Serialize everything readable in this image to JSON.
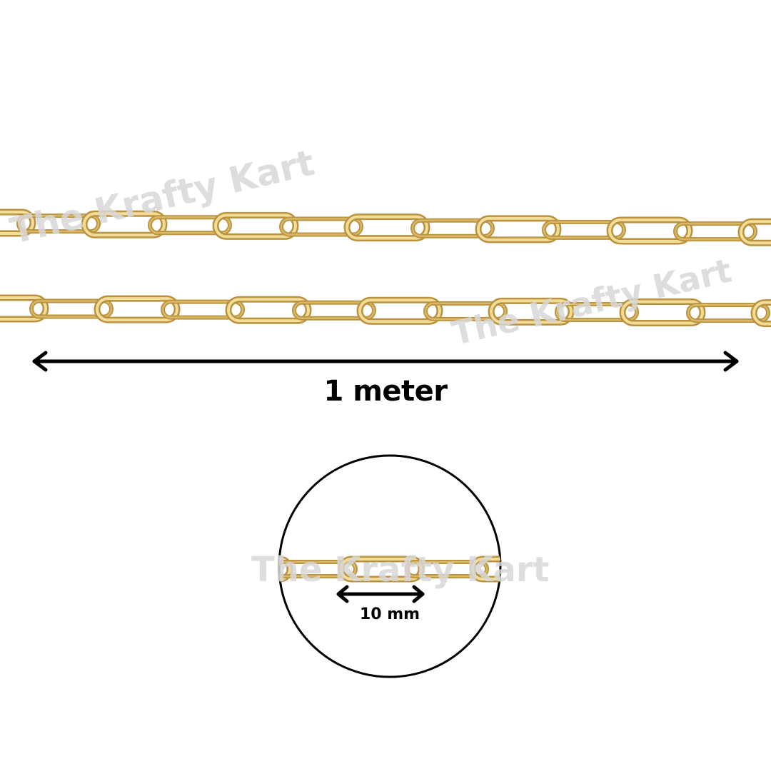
{
  "product_image": {
    "chain": {
      "color_outer": "#b8923e",
      "color_inner": "#f3dc97",
      "color_mid": "#d9b765"
    },
    "length_label": "1 meter",
    "zoom_detail": {
      "link_size_label": "10 mm"
    },
    "watermark": "The Krafty Kart"
  }
}
